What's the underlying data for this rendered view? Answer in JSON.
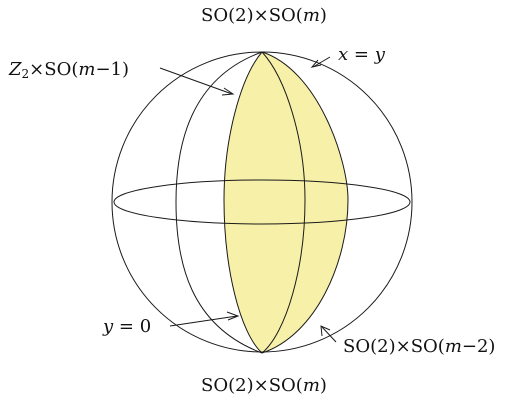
{
  "labels": {
    "top_pole": {
      "g1": "SO",
      "a1": "(2)",
      "times": "×",
      "g2": "SO",
      "a2_open": "(",
      "var": "m",
      "a2_close": ")"
    },
    "bottom_pole": {
      "g1": "SO",
      "a1": "(2)",
      "times": "×",
      "g2": "SO",
      "a2_open": "(",
      "var": "m",
      "a2_close": ")"
    },
    "left_top": {
      "z": "Z",
      "sub": "2",
      "times": "×",
      "g": "SO",
      "open": "(",
      "var": "m",
      "minus": "−1)"
    },
    "right_top": {
      "x": "x",
      "eq": " = ",
      "y": "y"
    },
    "left_bottom": {
      "y": "y",
      "rest": " = 0"
    },
    "right_bottom": {
      "g1": "SO",
      "a1": "(2)",
      "times": "×",
      "g2": "SO",
      "open": "(",
      "var": "m",
      "minus": "−2)"
    }
  },
  "colors": {
    "stroke": "#1a1a1a",
    "fill": "#f7f0a8",
    "background": "#ffffff"
  }
}
